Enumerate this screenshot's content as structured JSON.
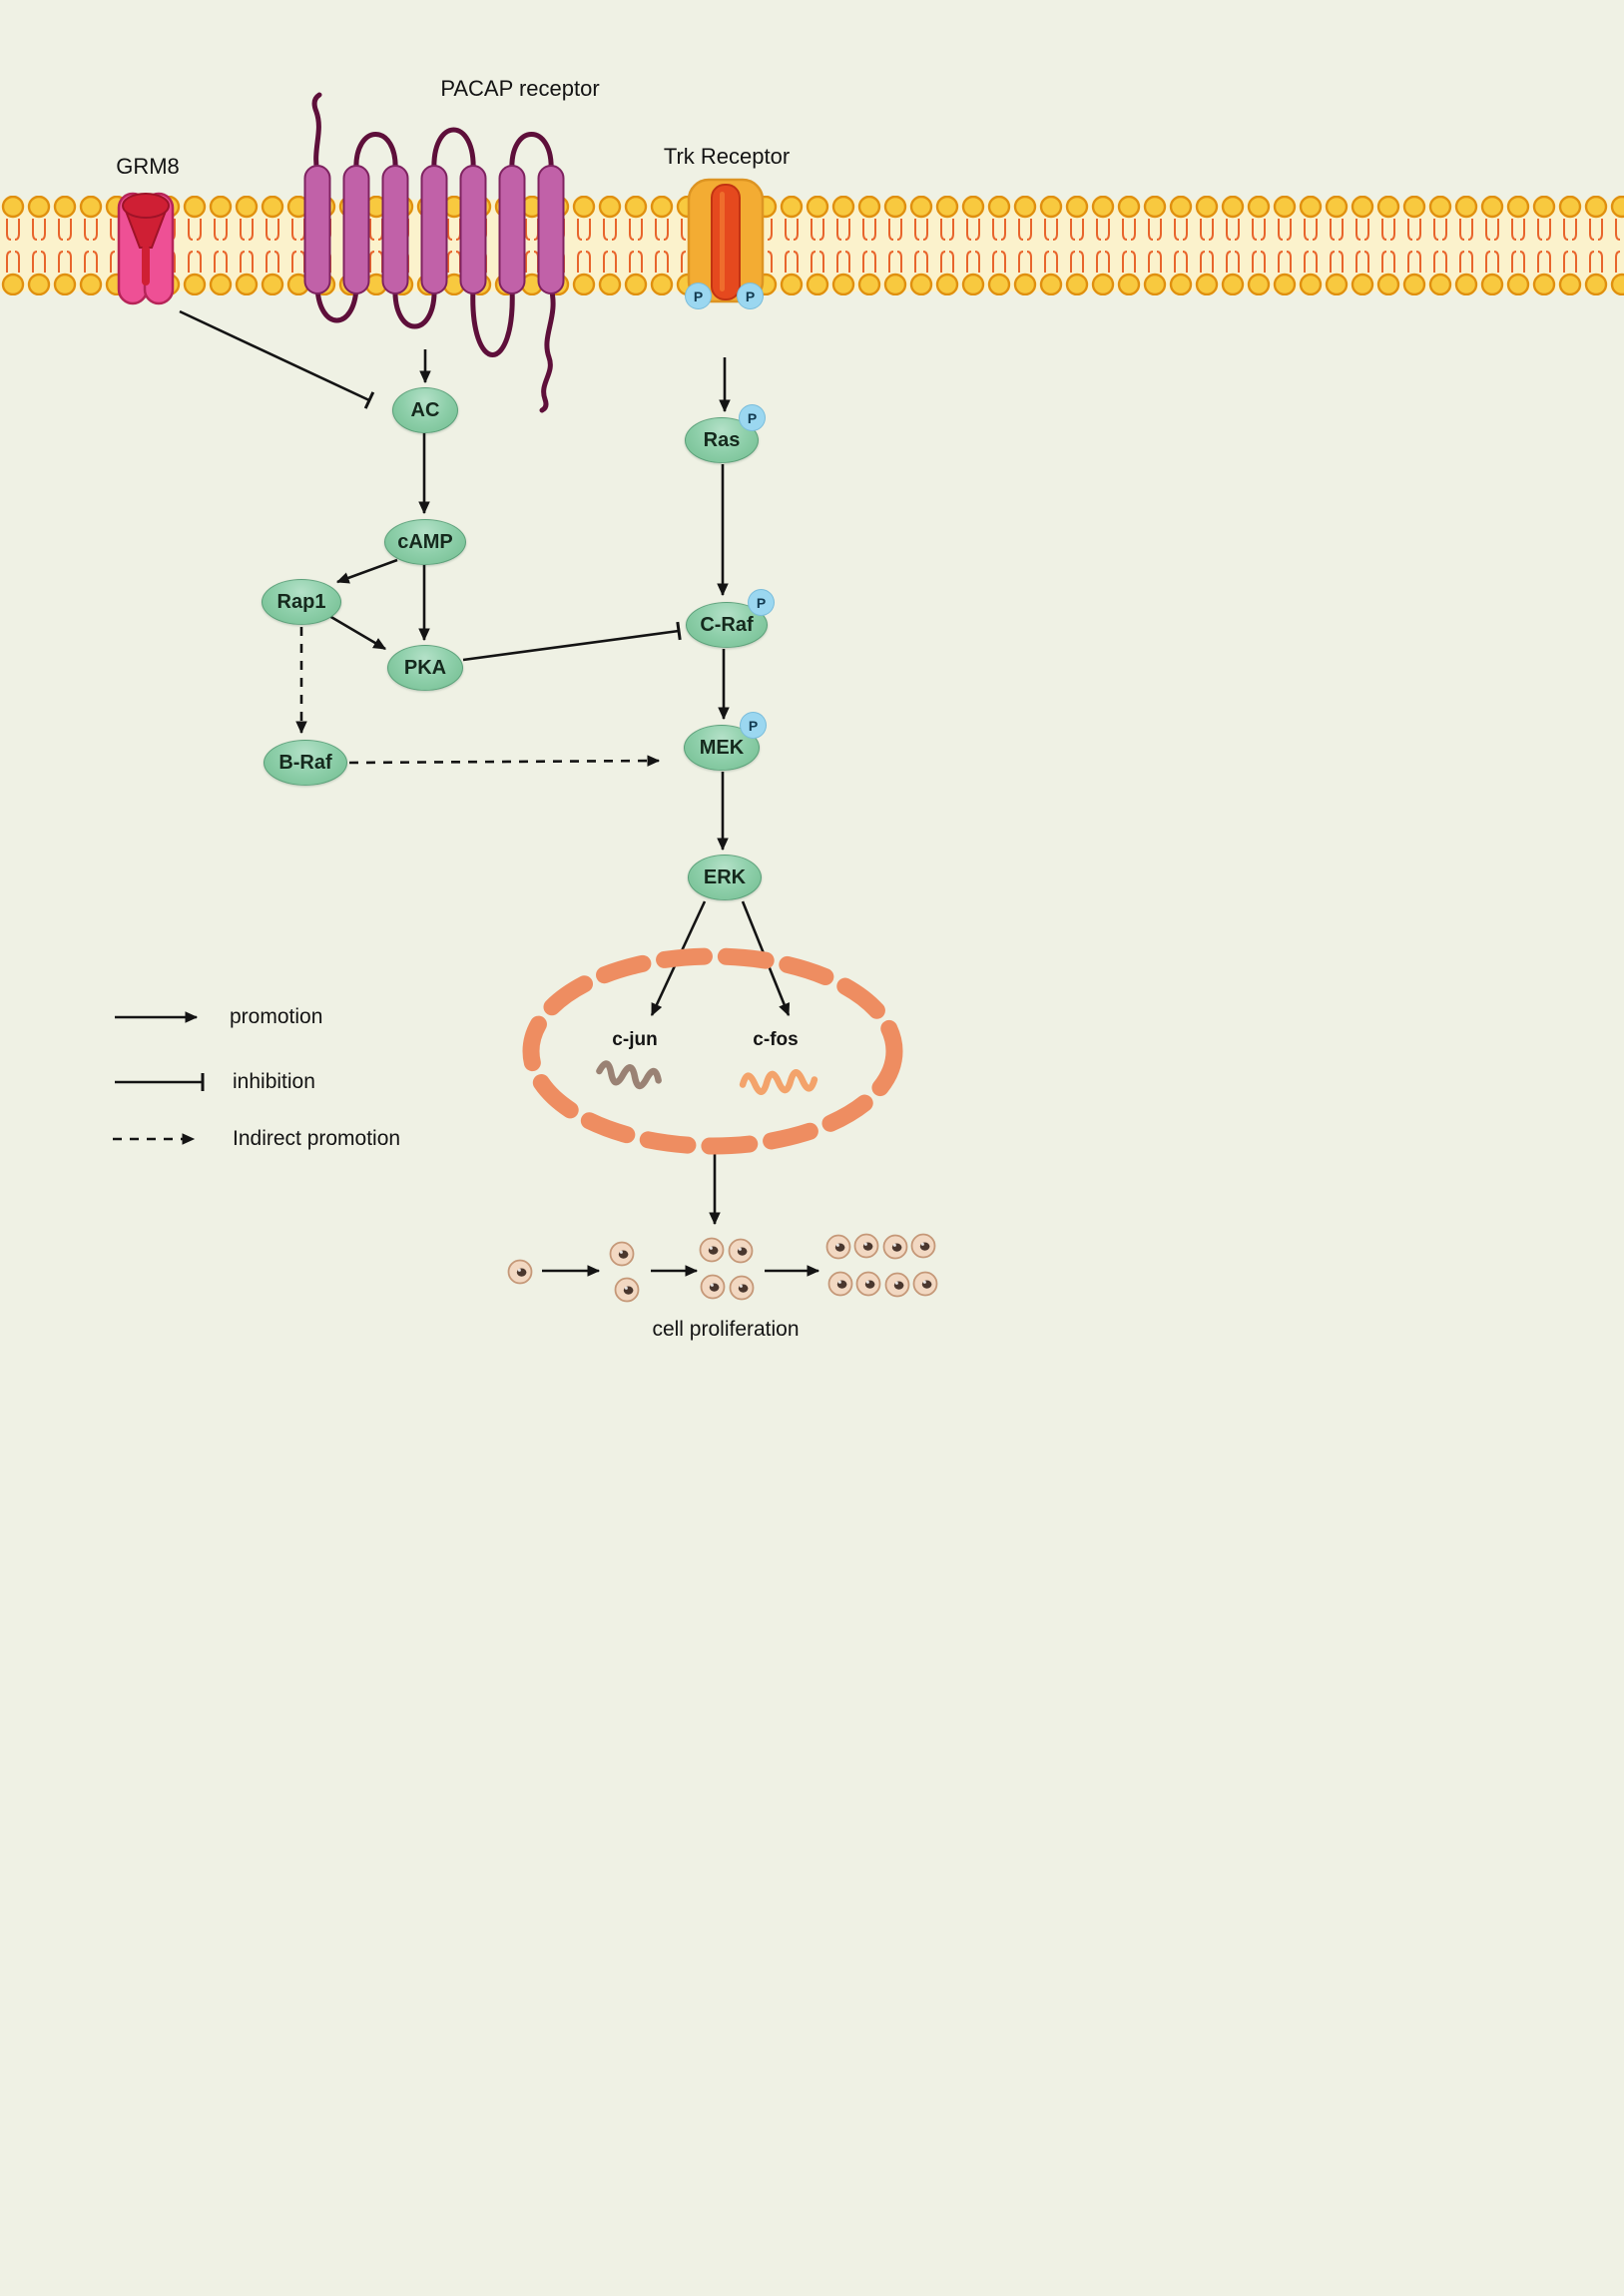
{
  "colors": {
    "background": "#eff1e4",
    "membrane_head": "#f8c93f",
    "membrane_head_stroke": "#e0900f",
    "membrane_tail": "#e8652c",
    "membrane_interior": "#fbf2cc",
    "grm8_pink": "#ee5095",
    "grm8_red": "#cf1f34",
    "pacap_helix": "#c161a8",
    "pacap_loop": "#5e0f3a",
    "trk_outer": "#f3ac33",
    "trk_inner": "#e5491e",
    "node_fill": "#8ecfaa",
    "phospho_badge": "#9bd7f0",
    "nucleus_envelope": "#ee8d61",
    "cjun_squiggle": "#9a8274",
    "cfos_squiggle": "#f3a36b",
    "cell_fill": "#f2d8c2",
    "arrow": "#141414"
  },
  "receptors": {
    "grm8": {
      "label": "GRM8"
    },
    "pacap": {
      "label": "PACAP receptor"
    },
    "trk": {
      "label": "Trk Receptor",
      "phospho_left": "P",
      "phospho_right": "P"
    }
  },
  "nodes": {
    "ac": {
      "label": "AC"
    },
    "camp": {
      "label": "cAMP"
    },
    "rap1": {
      "label": "Rap1"
    },
    "pka": {
      "label": "PKA"
    },
    "braf": {
      "label": "B-Raf"
    },
    "ras": {
      "label": "Ras",
      "phospho": "P"
    },
    "craf": {
      "label": "C-Raf",
      "phospho": "P"
    },
    "mek": {
      "label": "MEK",
      "phospho": "P"
    },
    "erk": {
      "label": "ERK"
    }
  },
  "nucleus": {
    "cjun": {
      "label": "c-jun"
    },
    "cfos": {
      "label": "c-fos"
    }
  },
  "legend": {
    "items": [
      {
        "type": "promotion",
        "label": "promotion"
      },
      {
        "type": "inhibition",
        "label": "inhibition"
      },
      {
        "type": "indirect-promotion",
        "label": "Indirect promotion"
      }
    ]
  },
  "caption": {
    "cell_proliferation": "cell proliferation"
  }
}
